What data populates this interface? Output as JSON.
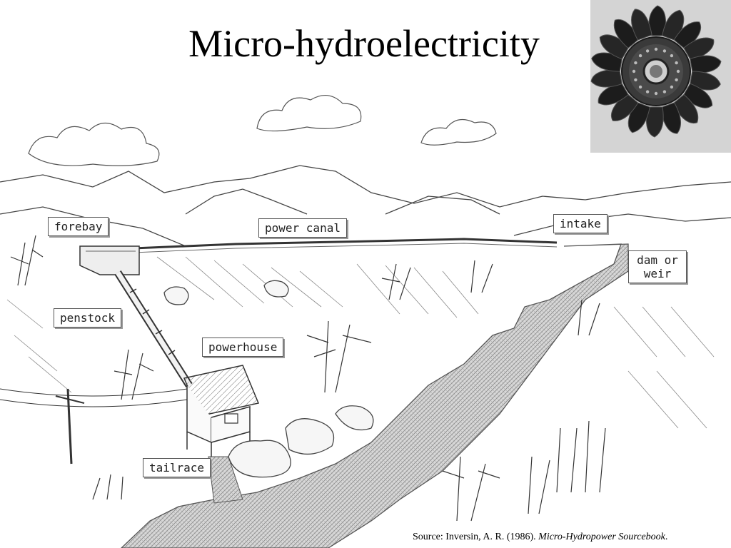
{
  "title": "Micro-hydroelectricity",
  "labels": {
    "forebay": "forebay",
    "power_canal": "power canal",
    "intake": "intake",
    "dam_or_weir": "dam or weir",
    "penstock": "penstock",
    "powerhouse": "powerhouse",
    "tailrace": "tailrace"
  },
  "source": {
    "prefix": "Source: Inversin, A. R. (1986). ",
    "book": "Micro-Hydropower Sourcebook",
    "suffix": "."
  },
  "colors": {
    "ink": "#333333",
    "water": "#b8b8b8",
    "photo_bg": "#d4d4d4",
    "turbine": "#2a2a2a"
  },
  "icons": [
    "pelton-turbine-icon"
  ]
}
